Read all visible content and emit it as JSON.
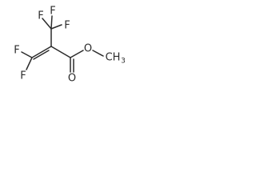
{
  "structure": {
    "atoms": {
      "f_top_left": "F",
      "f_top_mid": "F",
      "f_top_right": "F",
      "f_left_upper": "F",
      "f_left_lower": "F",
      "o_ester": "O",
      "o_carbonyl": "O",
      "methyl": "CH",
      "methyl_subscript": "3"
    }
  }
}
